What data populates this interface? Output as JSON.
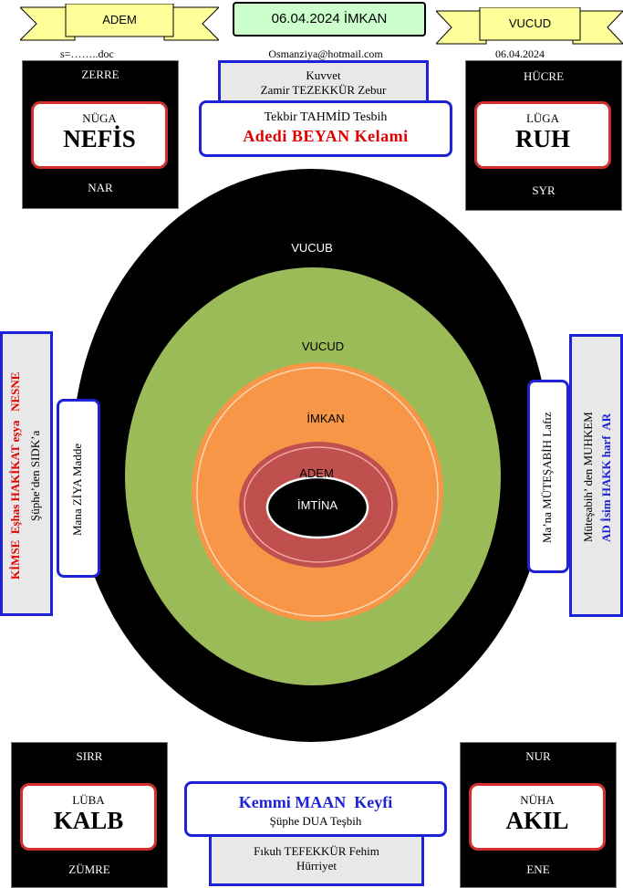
{
  "top": {
    "left_banner": "ADEM",
    "center_title": "06.04.2024 İMKAN",
    "right_banner": "VUCUD",
    "left_sub": "s=……..doc",
    "email": "Osmanziya@hotmail.com",
    "right_date": "06.04.2024"
  },
  "corners": {
    "top_left": {
      "top": "ZERRE",
      "sub": "NÜGA",
      "big": "NEFİS",
      "bottom": "NAR"
    },
    "top_right": {
      "top": "HÜCRE",
      "sub": "LÜGA",
      "big": "RUH",
      "bottom": "SYR"
    },
    "bottom_left": {
      "top": "SIRR",
      "sub": "LÜBA",
      "big": "KALB",
      "bottom": "ZÜMRE"
    },
    "bottom_right": {
      "top": "NUR",
      "sub": "NÜHA",
      "big": "AKIL",
      "bottom": "ENE"
    }
  },
  "top_center": {
    "gray_line1": "Kuvvet",
    "gray_line2": "Zamir TEZEKKÜR Zebur",
    "blue_line1": "Tekbir TAHMİD Tesbih",
    "blue_line2": "Adedi BEYAN Kelami"
  },
  "bottom_center": {
    "blue_line1": "Kemmi MAAN  Keyfi",
    "blue_line2": "Şüphe DUA Teşbih",
    "gray_line1": "Fıkuh TEFEKKÜR Fehim",
    "gray_line2": "Hürriyet"
  },
  "rings": {
    "outer": "VUCUB",
    "green": "VUCUD",
    "orange": "İMKAN",
    "red": "ADEM",
    "core": "İMTİNA"
  },
  "left_side": {
    "outer_red": "KİMSE  Eşhas HAKİKAT eşya   NESNE",
    "outer_black": "Şüphe’den SIDK’a",
    "inner": "Mana ZİYA Madde"
  },
  "right_side": {
    "inner": "Ma’na MÜTEŞABİH Lafız",
    "outer_black": "Müteşabih’ den MUHKEM",
    "outer_blue": "AD İsim HAKK harf  AR"
  },
  "colors": {
    "black": "#000000",
    "green": "#9bbb59",
    "orange": "#f79646",
    "red_ring": "#c0504d",
    "banner_yellow": "#ffff99",
    "title_green": "#ccffcc",
    "accent_red": "#e00000",
    "accent_blue": "#1e22d6"
  }
}
